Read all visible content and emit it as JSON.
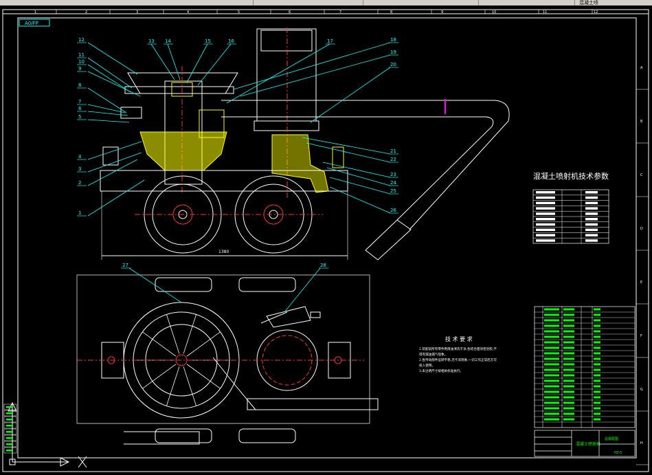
{
  "window": {
    "tabs": [
      "",
      "",
      "",
      "",
      "混凝土喷"
    ]
  },
  "drawing": {
    "section_label": "A0/FP",
    "param_table_title": "混凝土喷射机技术参数",
    "tech_title": "技 术 要 求",
    "tech_lines": [
      "1.装配前所有零件用煤油清洗干净,各结合面涂密封胶,不",
      "得有漏油漏气现象。",
      "2.各传动部件运转平稳,无卡滞现象,一切工作正常后方可",
      "投入使用。",
      "3.未注明尺寸按相关标准执行。"
    ],
    "part_numbers_left": [
      "12",
      "11",
      "10",
      "9",
      "8",
      "7",
      "6",
      "5",
      "4",
      "3",
      "2",
      "1"
    ],
    "part_numbers_top": [
      "13",
      "14",
      "15",
      "16",
      "17"
    ],
    "part_numbers_right": [
      "18",
      "19",
      "20",
      "21",
      "22",
      "23",
      "24",
      "25",
      "26"
    ],
    "part_numbers_bottom": [
      "27",
      "28"
    ],
    "grid_top": [
      "1",
      "2",
      "3",
      "4",
      "5",
      "6",
      "7",
      "8",
      "9",
      "10",
      "11",
      "12"
    ],
    "grid_side": [
      "A",
      "B",
      "C",
      "D",
      "E",
      "F",
      "G",
      "H"
    ],
    "dimension_width": "1380",
    "title_block_name": "混凝土喷射机",
    "title_block_code": "PZ-5",
    "title_block_sub": "总装配图"
  },
  "colors": {
    "outline": "#ffffff",
    "leader": "#00ffff",
    "accent": "#ffff00",
    "part": "#ff3030",
    "label": "#00ff00",
    "highlight": "#ff00ff"
  }
}
